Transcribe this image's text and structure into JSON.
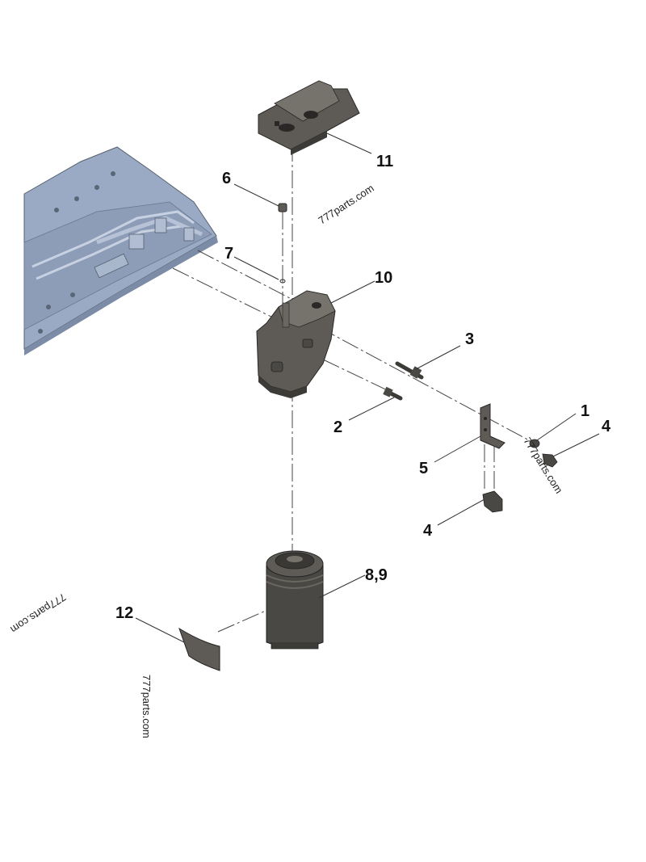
{
  "callouts": {
    "c1": "1",
    "c2": "2",
    "c3": "3",
    "c4a": "4",
    "c4b": "4",
    "c5": "5",
    "c6": "6",
    "c7": "7",
    "c89": "8,9",
    "c10": "10",
    "c11": "11",
    "c12": "12"
  },
  "watermarks": {
    "w1": "777parts.com",
    "w2": "777parts.com",
    "w3": "777parts.com",
    "w4": "777parts.com"
  },
  "colors": {
    "part_dark": "#4a4844",
    "part_mid": "#5e5b56",
    "part_light": "#76736d",
    "plate_blue": "#9aaac4",
    "plate_blue_dark": "#7c8ca6"
  }
}
